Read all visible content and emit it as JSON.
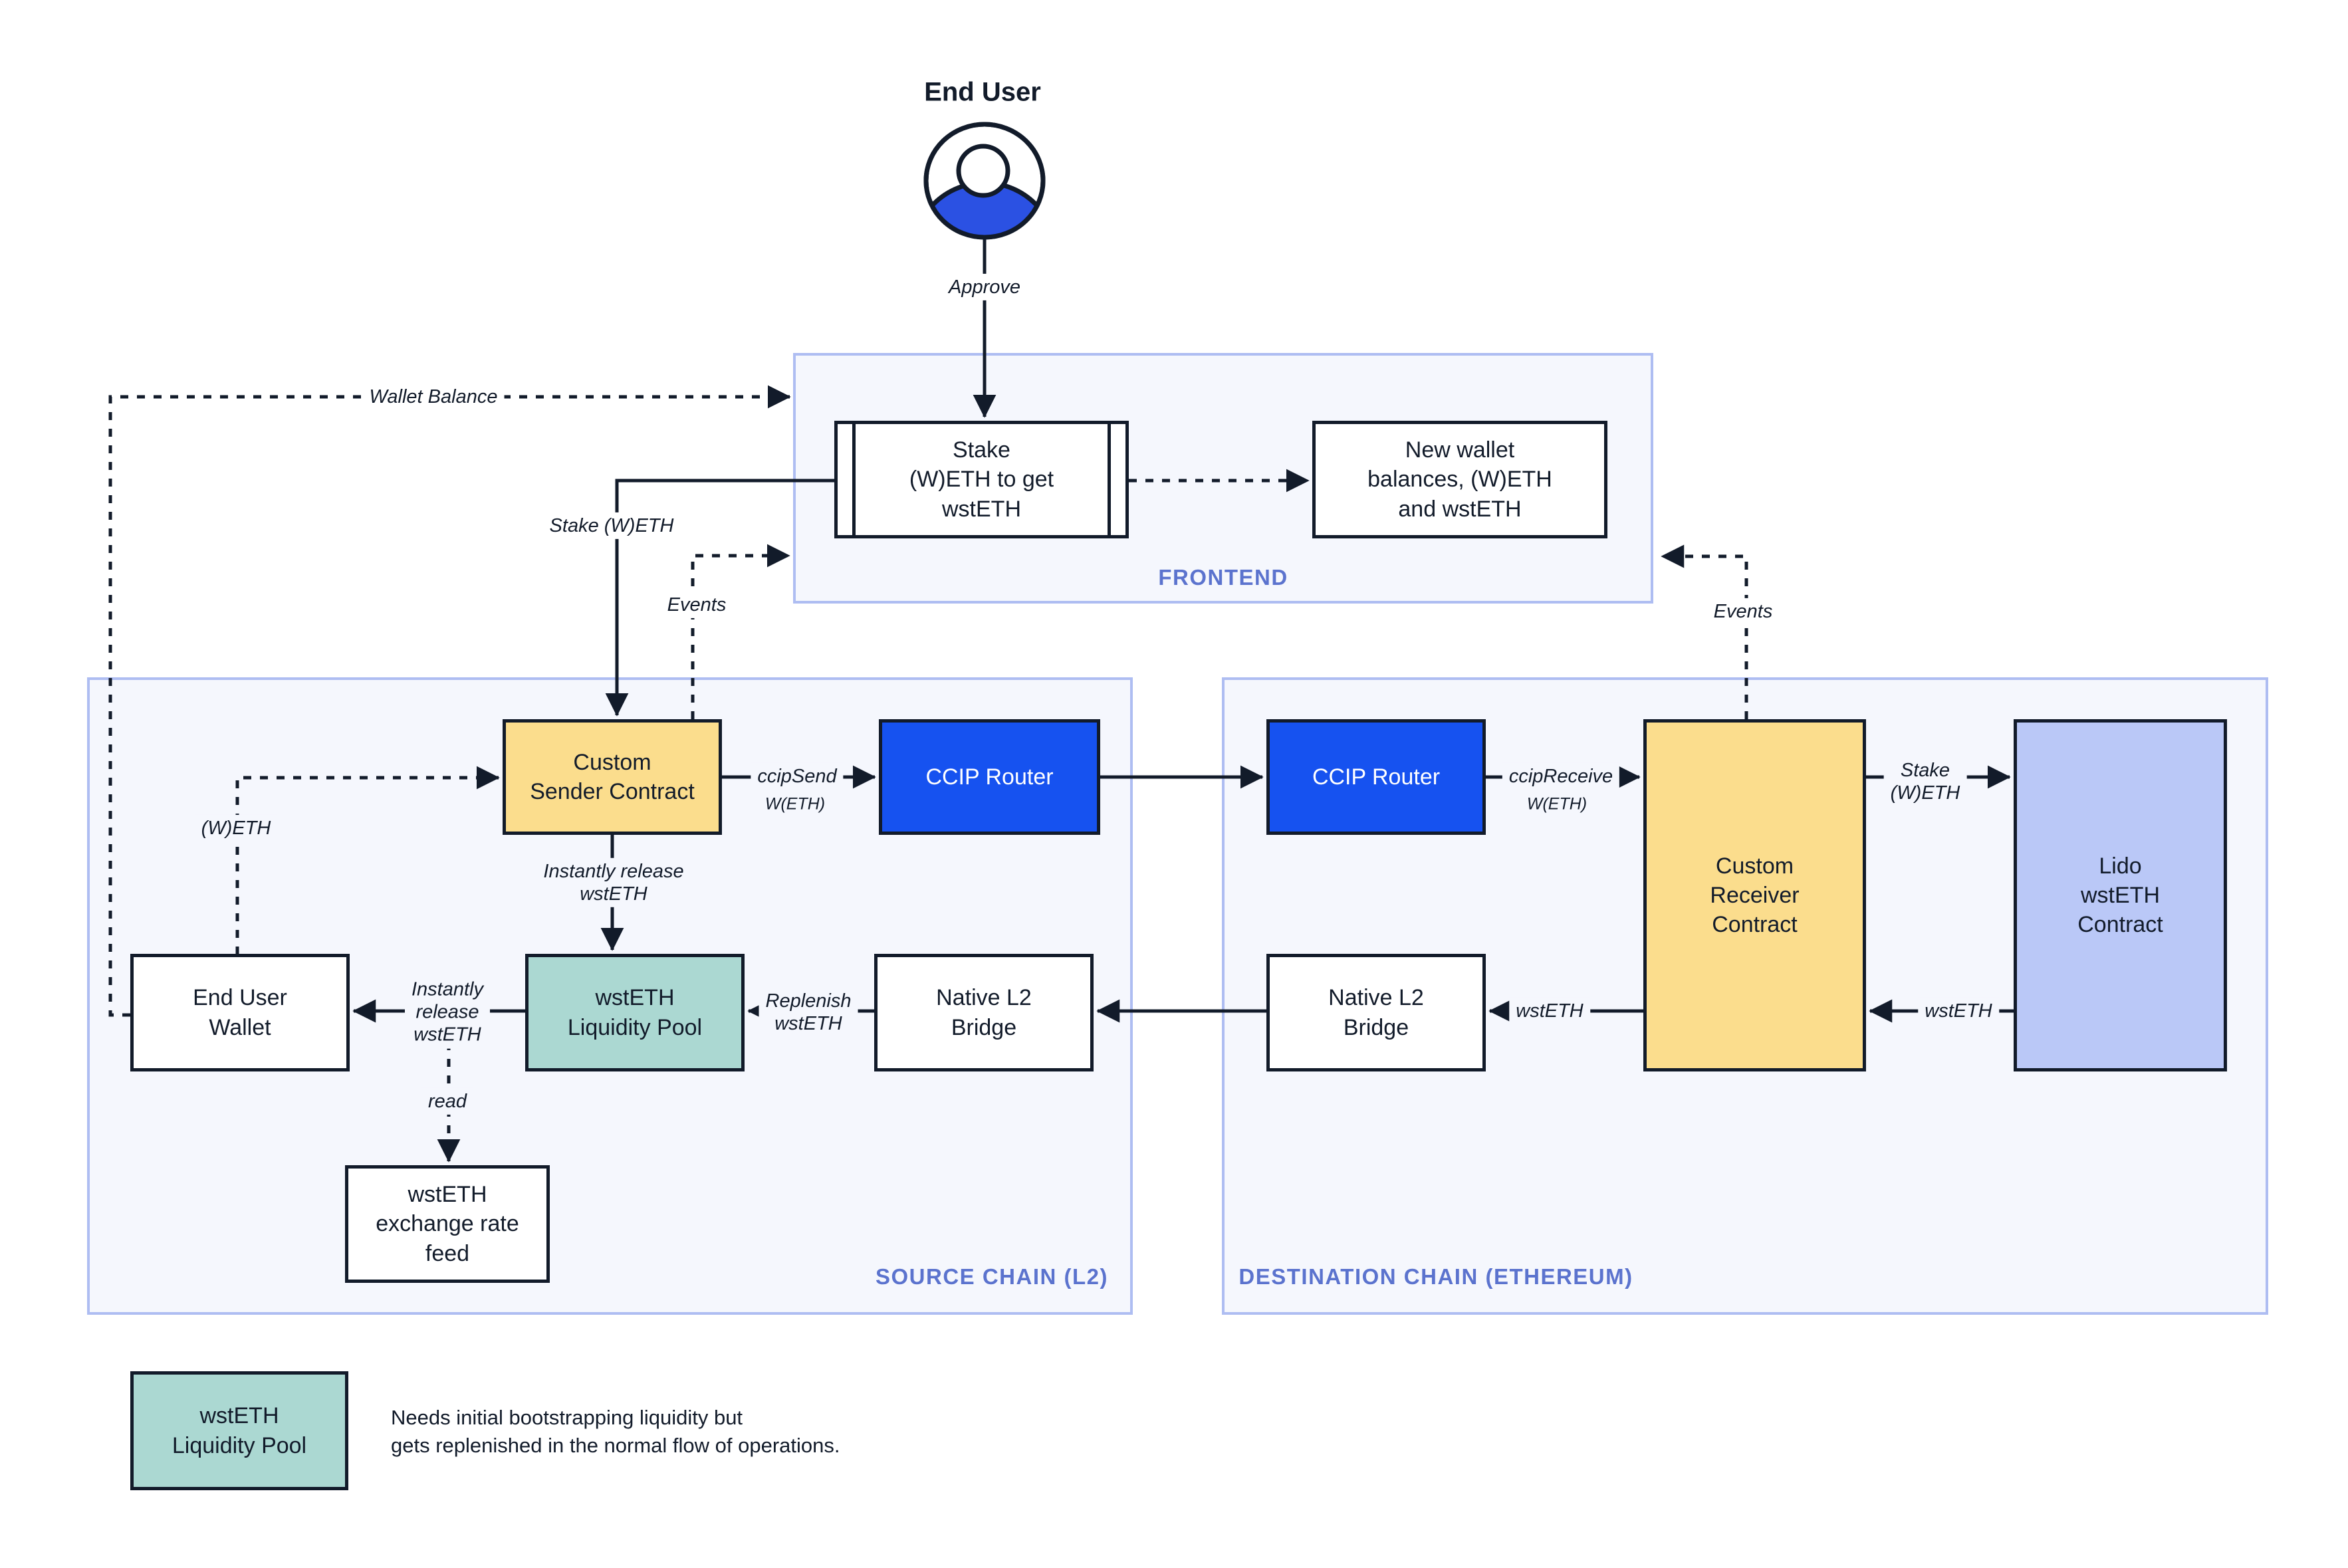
{
  "end_user": {
    "title": "End User",
    "icon": "person-icon"
  },
  "frontend": {
    "label": "FRONTEND",
    "stake_box": "Stake\n(W)ETH to get\nwstETH",
    "new_wallet_box": "New wallet\nbalances, (W)ETH\nand wstETH"
  },
  "source_chain": {
    "label": "SOURCE CHAIN (L2)",
    "sender": "Custom\nSender Contract",
    "ccip_router": "CCIP Router",
    "pool": "wstETH\nLiquidity Pool",
    "wallet": "End User\nWallet",
    "bridge": "Native L2\nBridge",
    "feed": "wstETH\nexchange rate\nfeed"
  },
  "destination_chain": {
    "label": "DESTINATION CHAIN (ETHEREUM)",
    "ccip_router": "CCIP Router",
    "receiver": "Custom\nReceiver\nContract",
    "lido": "Lido\nwstETH\nContract",
    "bridge": "Native L2\nBridge"
  },
  "edges": {
    "approve": "Approve",
    "wallet_balance": "Wallet Balance",
    "stake_weth": "Stake (W)ETH",
    "events_left": "Events",
    "events_right": "Events",
    "weth": "(W)ETH",
    "ccip_send": "ccipSend",
    "ccip_send_token": "W(ETH)",
    "ccip_receive": "ccipReceive",
    "ccip_receive_token": "W(ETH)",
    "stake_weth_dest": "Stake\n(W)ETH",
    "wsteth_to_receiver": "wstETH",
    "wsteth_to_bridge": "wstETH",
    "replenish": "Replenish\nwstETH",
    "instantly_release_down": "Instantly release\nwstETH",
    "instantly_release_left": "Instantly\nrelease\nwstETH",
    "read": "read"
  },
  "legend": {
    "box": "wstETH\nLiquidity Pool",
    "note": "Needs initial bootstrapping liquidity but\ngets replenished in the normal flow of operations."
  },
  "colors": {
    "ink": "#121b2a",
    "yellow": "#fbdd8d",
    "ccip_blue": "#1652f0",
    "teal": "#abd8d2",
    "periwinkle": "#bac8f7",
    "panel_fill": "#f5f7fd",
    "panel_border": "#aebdf2",
    "panel_text": "#5b73ce",
    "user_fill": "#2b51e3"
  }
}
